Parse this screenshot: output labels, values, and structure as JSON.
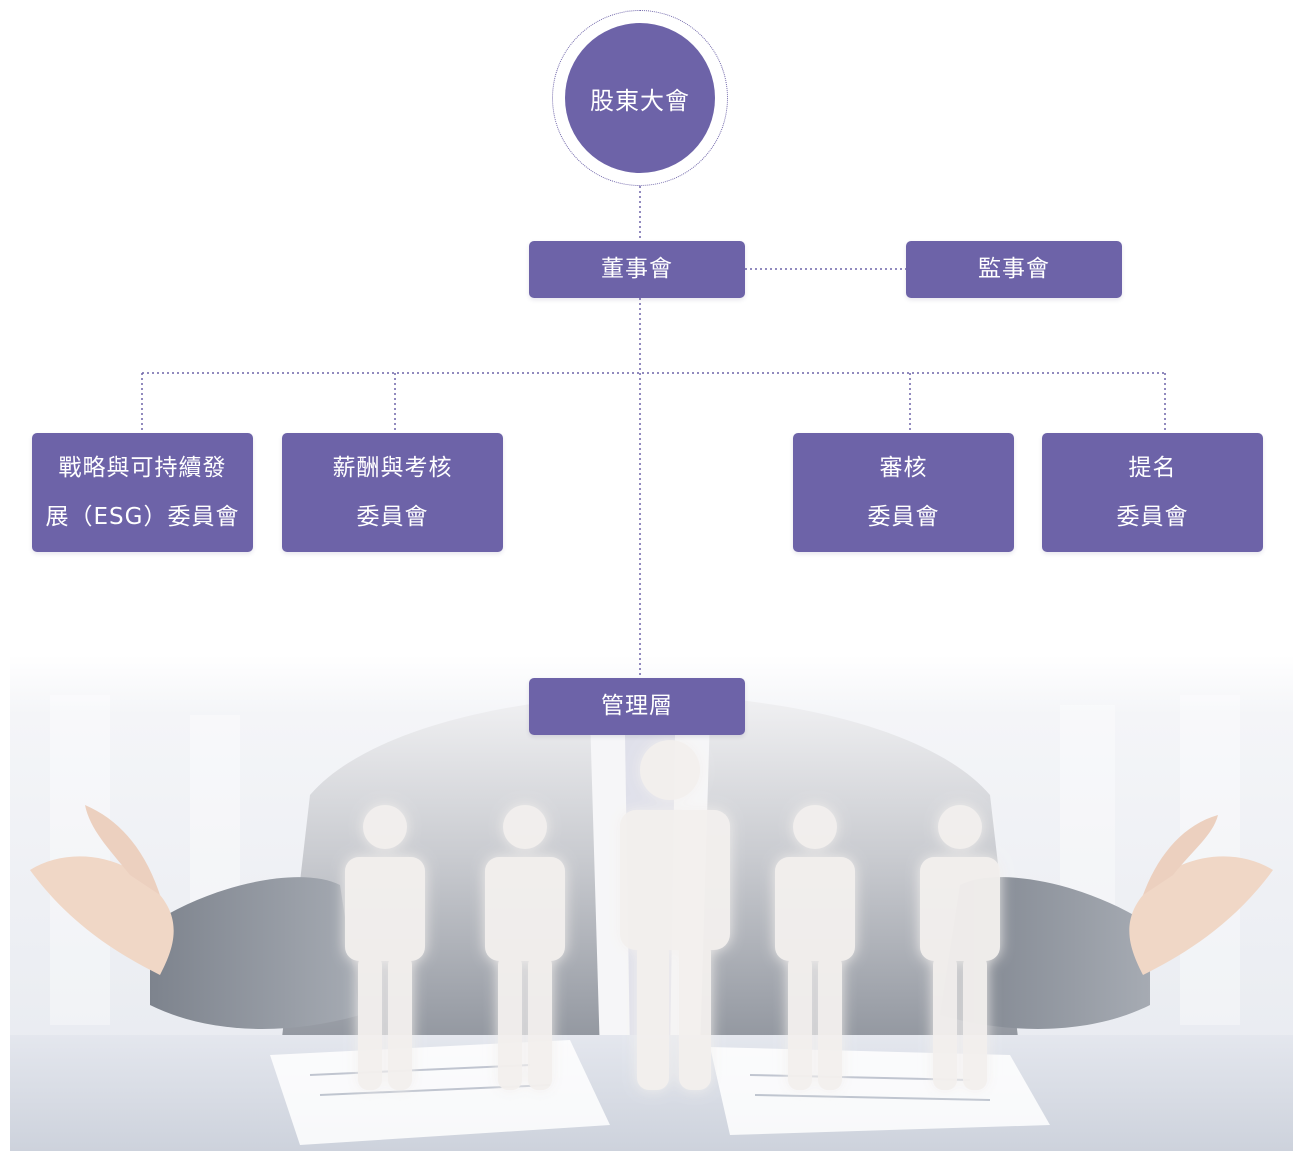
{
  "org_chart": {
    "shareholders": "股東大會",
    "board": "董事會",
    "supervisors": "監事會",
    "committees": [
      {
        "line1": "戰略與可持續發",
        "line2": "展（ESG）委員會"
      },
      {
        "line1": "薪酬與考核",
        "line2": "委員會"
      },
      {
        "line1": "審核",
        "line2": "委員會"
      },
      {
        "line1": "提名",
        "line2": "委員會"
      }
    ],
    "management": "管理層"
  },
  "colors": {
    "node": "#6d63a8",
    "connector": "#6d63a8",
    "text": "#ffffff"
  }
}
